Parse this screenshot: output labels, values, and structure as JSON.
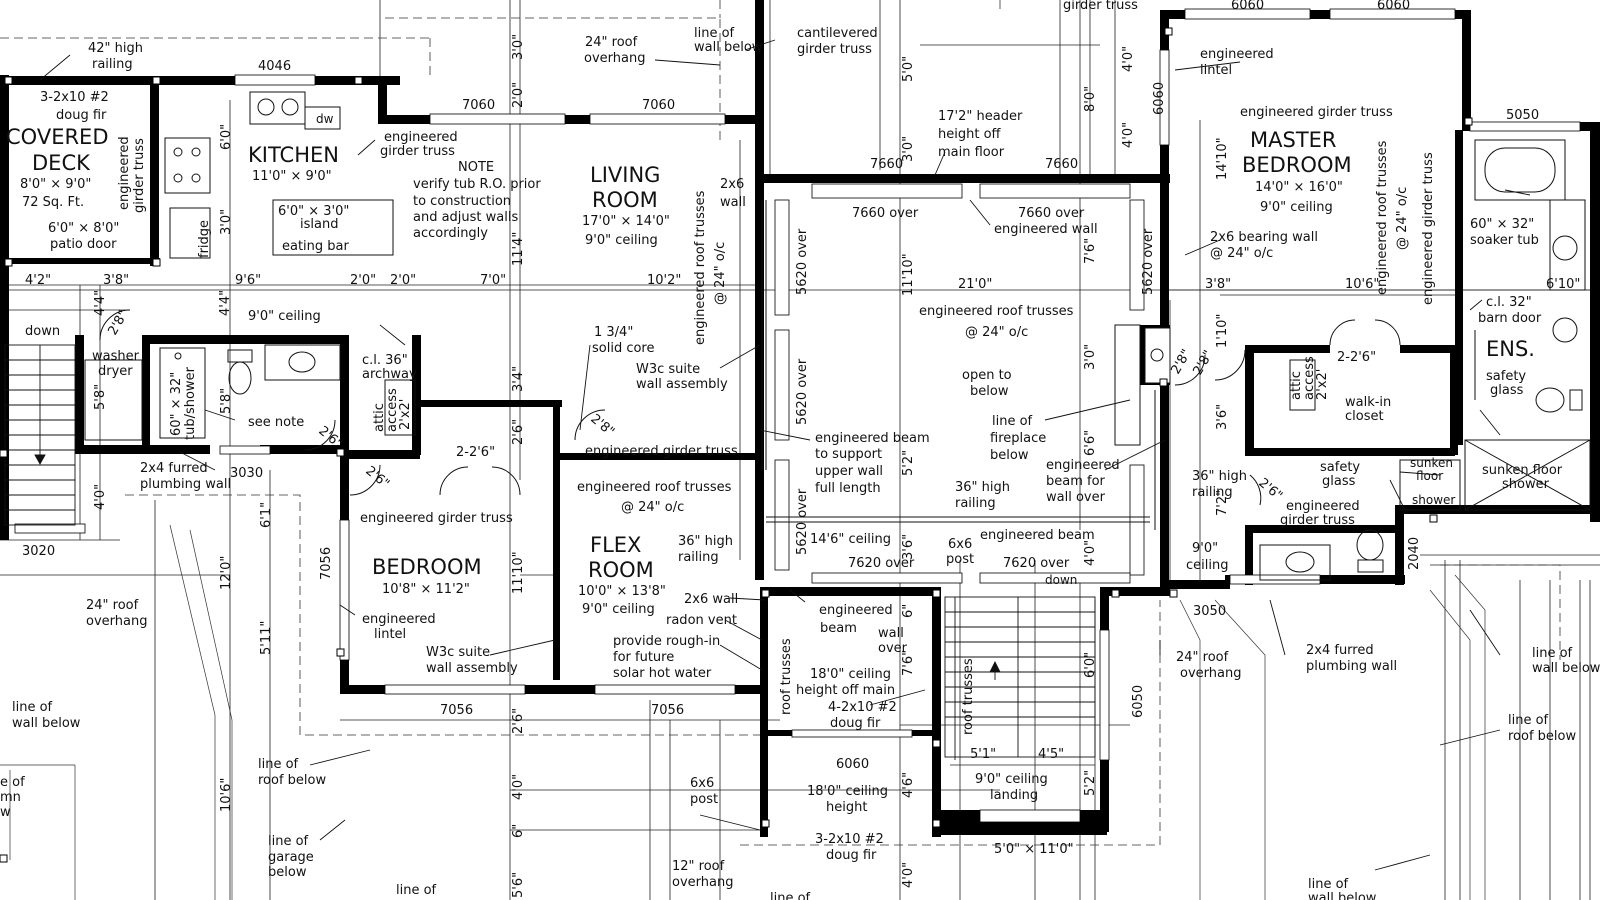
{
  "rooms": {
    "covered_deck": {
      "name_1": "COVERED",
      "name_2": "DECK",
      "size": "8'0\" × 9'0\"",
      "area": "72 Sq. Ft."
    },
    "kitchen": {
      "name": "KITCHEN",
      "size": "11'0\" × 9'0\""
    },
    "living_room": {
      "name_1": "LIVING",
      "name_2": "ROOM",
      "size": "17'0\" × 14'0\"",
      "ceiling": "9'0\" ceiling"
    },
    "master_bedroom": {
      "name_1": "MASTER",
      "name_2": "BEDROOM",
      "size": "14'0\" × 16'0\"",
      "ceiling": "9'0\" ceiling"
    },
    "bedroom": {
      "name": "BEDROOM",
      "size": "10'8\" × 11'2\""
    },
    "flex_room": {
      "name_1": "FLEX",
      "name_2": "ROOM",
      "size": "10'0\" × 13'8\"",
      "ceiling": "9'0\" ceiling"
    },
    "ensuite": {
      "name": "ENS."
    },
    "walk_in_closet": {
      "label_1": "walk-in",
      "label_2": "closet",
      "door": "2-2'6\""
    }
  },
  "labels": {
    "l1": "42\" high",
    "l2": "railing",
    "l3": "3-2x10 #2",
    "l4": "doug fir",
    "l5": "engineered",
    "l6": "girder truss",
    "l7": "6'0\" × 8'0\"",
    "l8": "patio door",
    "l9": "4046",
    "l10": "dw",
    "l11": "fridge",
    "l12": "6'0\" × 3'0\"",
    "l13": "island",
    "l14": "eating bar",
    "l15": "engineered",
    "l16": "girder truss",
    "l17": "NOTE",
    "l18": "verify tub R.O. prior",
    "l19": "to construction",
    "l20": "and adjust walls",
    "l21": "accordingly",
    "l22": "7060",
    "l23": "7060",
    "l24": "24\" roof",
    "l25": "overhang",
    "l26": "line of",
    "l27": "wall below",
    "l28": "cantilevered",
    "l29": "girder truss",
    "l30": "girder truss",
    "l31": "17'2\" header",
    "l32": "height off",
    "l33": "main floor",
    "l34": "7660",
    "l35": "7660",
    "l36": "7660 over",
    "l37": "7660 over",
    "l38": "engineered wall",
    "l39": "2x6",
    "l40": "wall",
    "l41": "engineered roof trusses",
    "l42": "@ 24\" o/c",
    "l43": "5620 over",
    "l44": "5620 over",
    "l45": "5620 over",
    "l46": "5620 over",
    "l47": "engineered roof trusses",
    "l48": "@ 24\" o/c",
    "l49": "open to",
    "l50": "below",
    "l51": "6060",
    "l52": "6060",
    "l53": "engineered",
    "l54": "lintel",
    "l55": "6060",
    "l56": "engineered girder truss",
    "l57": "5050",
    "l58": "engineered roof trusses",
    "l59": "@ 24\" o/c",
    "l60": "engineered girder truss",
    "l61": "2x6 bearing wall",
    "l62": "@ 24\" o/c",
    "l63": "60\" × 32\"",
    "l64": "soaker tub",
    "l65": "c.l. 32\"",
    "l66": "barn door",
    "l67": "safety",
    "l68": "glass",
    "l69": "sunken floor",
    "l70": "shower",
    "l71": "sunken",
    "l72": "floor",
    "l73": "shower",
    "l74": "safety",
    "l75": "glass",
    "l76": "engineered",
    "l77": "girder truss",
    "l78": "attic",
    "l79": "access",
    "l80": "2'x2'",
    "l81": "9'0\" ceiling",
    "l82": "down",
    "l83": "washer",
    "l84": "dryer",
    "l85": "60\" × 32\"",
    "l86": "tub/shower",
    "l87": "see note",
    "l88": "c.l. 36\"",
    "l89": "archway",
    "l90": "attic",
    "l91": "access",
    "l92": "2'x2'",
    "l93": "1 3/4\"",
    "l94": "solid core",
    "l95": "W3c suite",
    "l96": "wall assembly",
    "l97": "engineered girder truss",
    "l98": "2-2'6\"",
    "l99": "2x4 furred",
    "l100": "plumbing wall",
    "l101": "3030",
    "l102": "3020",
    "l103": "engineered roof trusses",
    "l104": "@ 24\" o/c",
    "l105": "engineered girder truss",
    "l106": "engineered beam",
    "l107": "to support",
    "l108": "upper wall",
    "l109": "full length",
    "l110": "line of",
    "l111": "fireplace",
    "l112": "below",
    "l113": "engineered",
    "l114": "beam for",
    "l115": "wall over",
    "l116": "36\" high",
    "l117": "railing",
    "l118": "36\" high",
    "l119": "railing",
    "l120": "36\" high",
    "l121": "railing",
    "l122": "14'6\" ceiling",
    "l123": "6x6",
    "l124": "post",
    "l125": "engineered beam",
    "l126": "7620 over",
    "l127": "7620 over",
    "l128": "down",
    "l129": "9'0\"",
    "l130": "ceiling",
    "l131": "3050",
    "l132": "2040",
    "l133": "7056",
    "l134": "engineered",
    "l135": "lintel",
    "l136": "W3c suite",
    "l137": "wall assembly",
    "l138": "2x6 wall",
    "l139": "radon vent",
    "l140": "provide rough-in",
    "l141": "for future",
    "l142": "solar hot water",
    "l143": "7056",
    "l144": "7056",
    "l145": "roof trusses",
    "l146": "engineered",
    "l147": "beam",
    "l148": "wall",
    "l149": "over",
    "l150": "18'0\" ceiling",
    "l151": "height off main",
    "l152": "4-2x10 #2",
    "l153": "doug fir",
    "l154": "roof trusses",
    "l155": "24\" roof",
    "l156": "overhang",
    "l157": "6050",
    "l158": "2x4 furred",
    "l159": "plumbing wall",
    "l160": "line of",
    "l161": "wall below",
    "l162": "line of",
    "l163": "roof below",
    "l164": "24\" roof",
    "l165": "overhang",
    "l166": "line of",
    "l167": "wall below",
    "l168": "line of",
    "l169": "roof below",
    "l170": "line of",
    "l171": "garage",
    "l172": "below",
    "l173": "e of",
    "l174": "mn",
    "l175": "w",
    "l176": "6060",
    "l177": "18'0\" ceiling",
    "l178": "height",
    "l179": "6x6",
    "l180": "post",
    "l181": "3-2x10 #2",
    "l182": "doug fir",
    "l183": "12\" roof",
    "l184": "overhang",
    "l185": "9'0\" ceiling",
    "l186": "landing",
    "l187": "5'0\" × 11'0\"",
    "l188": "line of",
    "l189": "wall below",
    "l190": "line of",
    "l191": "line of"
  },
  "dims": {
    "d1": "4'2\"",
    "d2": "3'8\"",
    "d3": "9'6\"",
    "d4": "2'0\"",
    "d5": "2'0\"",
    "d6": "7'0\"",
    "d7": "10'2\"",
    "d8": "21'0\"",
    "d9": "3'8\"",
    "d10": "10'6\"",
    "d11": "6'10\"",
    "d12": "3'0\"",
    "d13": "2'0\"",
    "d14": "6'0\"",
    "d15": "3'0\"",
    "d16": "4'4\"",
    "d17": "4'4\"",
    "d18": "11'4\"",
    "d19": "3'4\"",
    "d20": "2'6\"",
    "d21": "5'0\"",
    "d22": "3'0\"",
    "d23": "11'10\"",
    "d24": "4'0\"",
    "d25": "8'0\"",
    "d26": "4'0\"",
    "d27": "7'6\"",
    "d28": "3'0\"",
    "d29": "6'6\"",
    "d30": "5'2\"",
    "d31": "4'0\"",
    "d32": "3'6\"",
    "d33": "14'10\"",
    "d34": "1'10\"",
    "d35": "3'6\"",
    "d36": "7'2\"",
    "d37": "2'8\"",
    "d38": "2'8\"",
    "d39": "2'6\"",
    "d40": "2'8\"",
    "d41": "2'6\"",
    "d42": "2'6\"",
    "d43": "5'8\"",
    "d44": "5'8\"",
    "d45": "4'0\"",
    "d46": "6'1\"",
    "d47": "5'11\"",
    "d48": "12'0\"",
    "d49": "11'10\"",
    "d50": "2'6\"",
    "d51": "6\"",
    "d52": "7'6\"",
    "d53": "6'0\"",
    "d54": "4'6\"",
    "d55": "5'2\"",
    "d56": "5'1\"",
    "d57": "4'5\"",
    "d58": "4'0\"",
    "d59": "10'6\"",
    "d60": "6\"",
    "d61": "5'6\"",
    "d62": "4'0\"",
    "d63": "2'8\""
  }
}
